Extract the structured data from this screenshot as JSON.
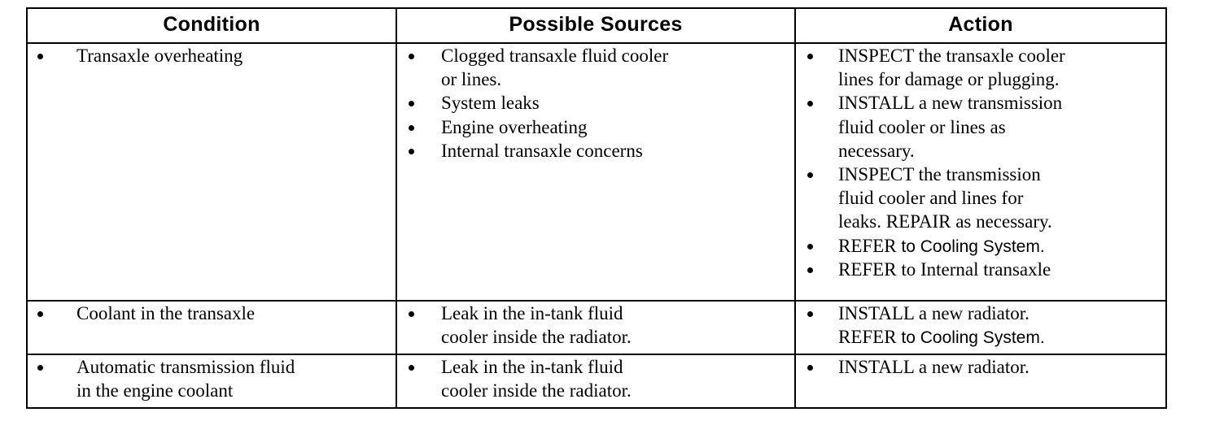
{
  "table": {
    "headers": {
      "condition": "Condition",
      "sources": "Possible Sources",
      "action": "Action"
    },
    "rows": [
      {
        "condition": [
          "Transaxle overheating"
        ],
        "sources": [
          "Clogged transaxle fluid cooler\nor lines.",
          "System leaks",
          "Engine overheating",
          "Internal transaxle concerns"
        ],
        "action": [
          "INSPECT the transaxle cooler\nlines for damage or plugging.",
          "INSTALL a new transmission\nfluid cooler or lines as\nnecessary.",
          "INSPECT the transmission\nfluid cooler and lines for\nleaks. REPAIR as necessary.",
          "REFER to Cooling System.",
          "REFER to Internal transaxle"
        ],
        "action_sans_parts": {
          "3_serif": "REFER",
          "3_sans": " to Cooling System."
        }
      },
      {
        "condition": [
          "Coolant in the transaxle"
        ],
        "sources": [
          "Leak in the in-tank fluid\ncooler inside the radiator."
        ],
        "action": [
          "INSTALL a new radiator.\nREFER to Cooling System."
        ],
        "action_sans_parts": {
          "0_line1": "INSTALL a new radiator.",
          "0_line2_serif": "REFER",
          "0_line2_sans": " to Cooling System."
        }
      },
      {
        "condition": [
          "Automatic transmission fluid\nin the engine coolant"
        ],
        "sources": [
          "Leak in the in-tank fluid\ncooler inside the radiator."
        ],
        "action": [
          "INSTALL a new radiator."
        ]
      }
    ]
  }
}
